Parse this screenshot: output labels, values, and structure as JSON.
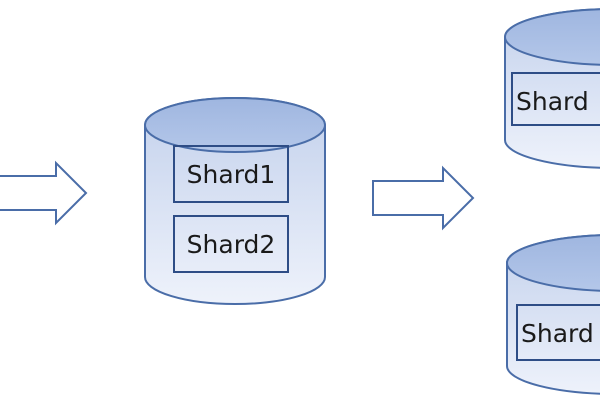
{
  "diagram": {
    "colors": {
      "outline": "#4a6da8",
      "cylinder_top": "#a9bee3",
      "cylinder_body_top": "#c3d1ec",
      "cylinder_body_bottom": "#eef2fb",
      "arrow_fill": "#ffffff",
      "box_stroke": "#2e4d86"
    },
    "arrows": [
      {
        "name": "incoming-arrow",
        "direction": "right"
      },
      {
        "name": "split-arrow",
        "direction": "right"
      }
    ],
    "databases": [
      {
        "name": "source-database",
        "shards": [
          "Shard1",
          "Shard2"
        ]
      },
      {
        "name": "target-database-top",
        "shards": [
          "Shard"
        ]
      },
      {
        "name": "target-database-bottom",
        "shards": [
          "Shard"
        ]
      }
    ]
  }
}
